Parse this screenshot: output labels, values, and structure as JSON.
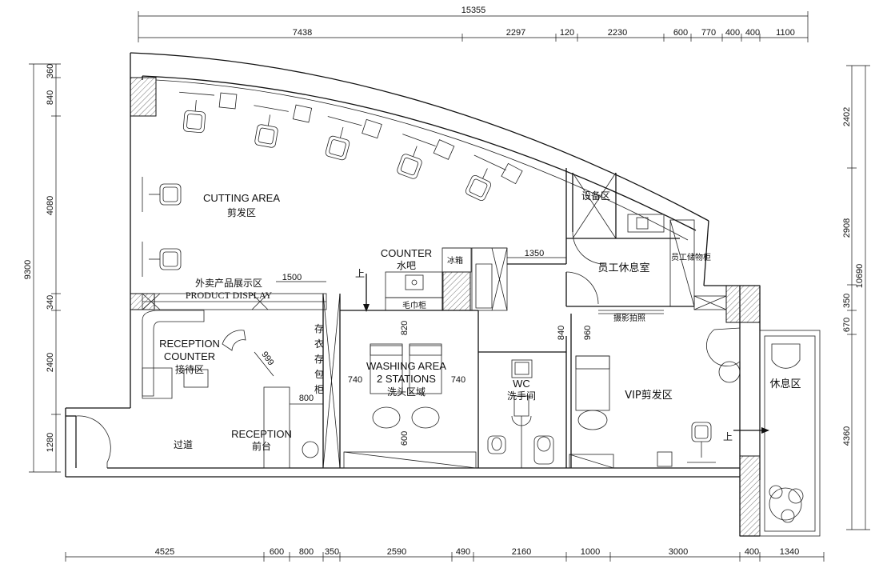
{
  "dims_top": {
    "total": "15355",
    "segments": [
      "7438",
      "2297",
      "120",
      "2230",
      "600",
      "770",
      "400",
      "400",
      "1100"
    ]
  },
  "dims_bottom": {
    "segments": [
      "4525",
      "600",
      "800",
      "350",
      "2590",
      "490",
      "2160",
      "1000",
      "3000",
      "400",
      "1340"
    ]
  },
  "dims_left": {
    "total": "9300",
    "segments": [
      "360",
      "840",
      "4080",
      "340",
      "2400",
      "1280"
    ]
  },
  "dims_right": {
    "total": "10690",
    "segments": [
      "2402",
      "2908",
      "670",
      "350",
      "4360"
    ]
  },
  "interior_dims": {
    "d1500": "1500",
    "d1350": "1350",
    "d820": "820",
    "d740a": "740",
    "d740b": "740",
    "d600": "600",
    "d800": "800",
    "d840": "840",
    "d960": "960",
    "d999": "999"
  },
  "rooms": {
    "cutting_en": "CUTTING AREA",
    "cutting_cn": "剪发区",
    "counter_en": "COUNTER",
    "counter_cn": "水吧",
    "fridge": "冰箱",
    "towel": "毛巾柜",
    "display_cn": "外卖产品展示区",
    "display_en": "PRODUCT DISPLAY",
    "up1": "上",
    "up2": "上",
    "equipment": "设备区",
    "staff_rest": "员工休息室",
    "staff_locker": "员工储物柜",
    "photo": "摄影拍照",
    "reception_counter_en1": "RECEPTION",
    "reception_counter_en2": "COUNTER",
    "reception_counter_cn": "接待区",
    "locker_v": [
      "存",
      "衣",
      "存",
      "包",
      "柜"
    ],
    "washing_en1": "WASHING AREA",
    "washing_en2": "2 STATIONS",
    "washing_cn": "洗头区域",
    "wc_en": "WC",
    "wc_cn": "洗手间",
    "vip_cn": "VIP剪发区",
    "rest_cn": "休息区",
    "reception_en": "RECEPTION",
    "reception_cn": "前台",
    "corridor_cn": "过道"
  }
}
